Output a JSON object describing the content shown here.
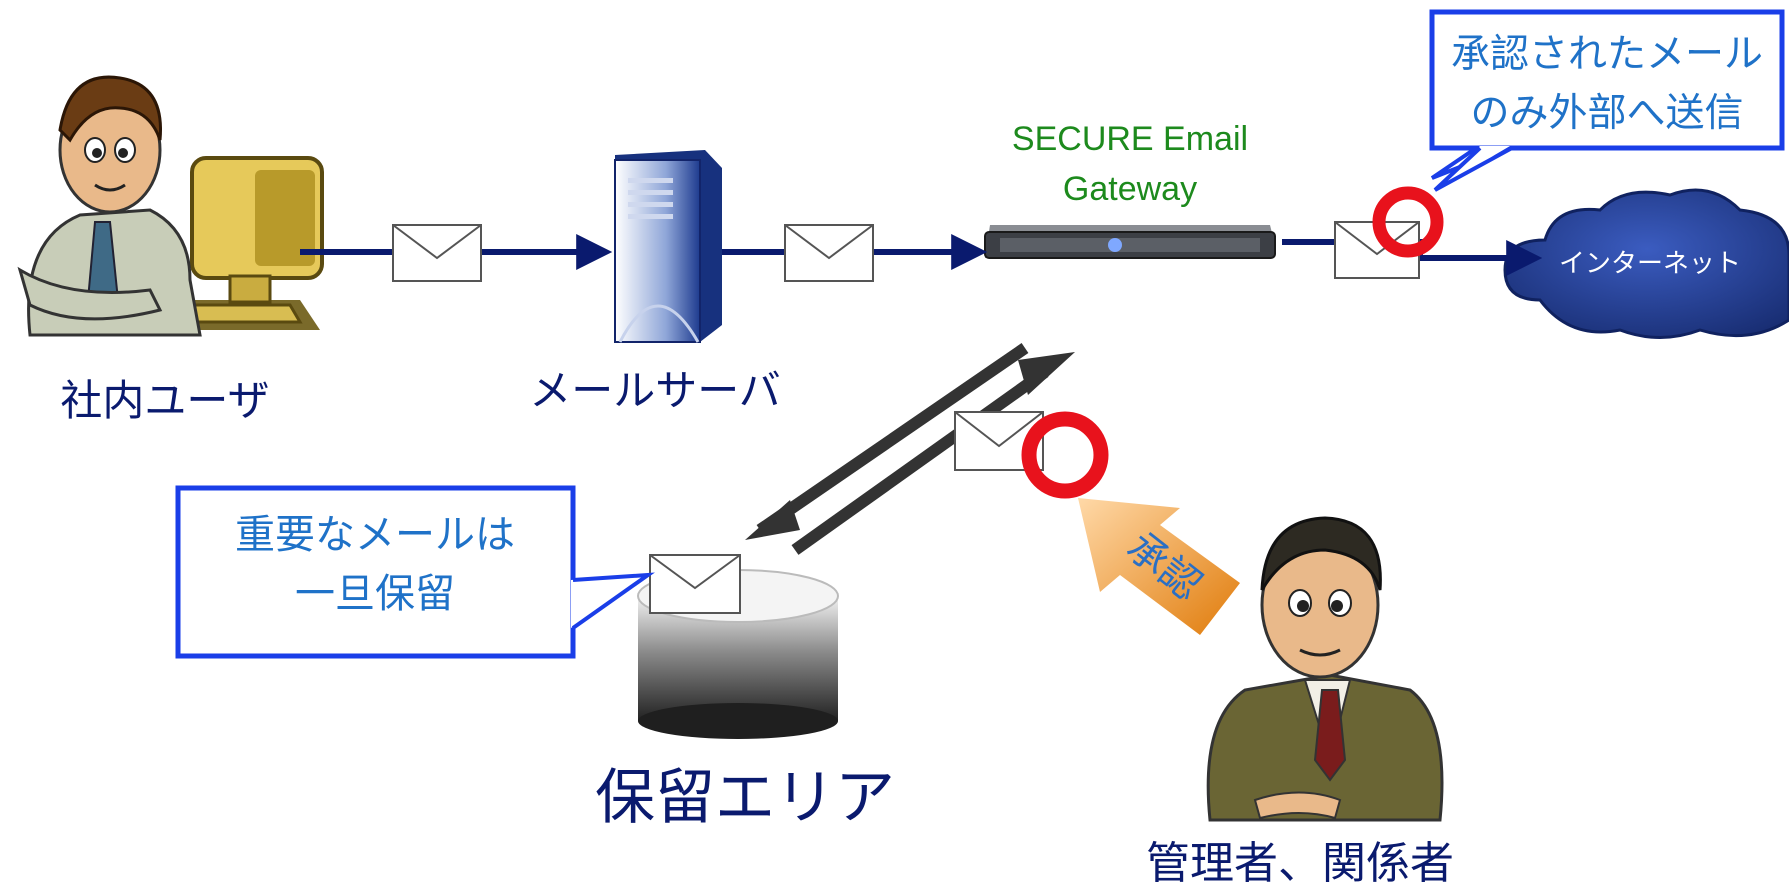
{
  "nodes": {
    "user_label": "社内ユーザ",
    "mail_server_label": "メールサーバ",
    "gateway_label_line1": "SECURE Email",
    "gateway_label_line2": "Gateway",
    "internet_label": "インターネット",
    "hold_area_label": "保留エリア",
    "admin_label": "管理者、関係者"
  },
  "callouts": {
    "approved_line1": "承認されたメール",
    "approved_line2": "のみ外部へ送信",
    "hold_line1": "重要なメールは",
    "hold_line2": "一旦保留"
  },
  "approval_arrow_label": "承認",
  "colors": {
    "navy": "#0a1a6e",
    "callout_border": "#1a3ee8",
    "callout_text": "#1f72c8",
    "gateway_text": "#1d8a1d",
    "approval_circle": "#e8121c",
    "approval_arrow": "#e07b0a",
    "cloud": "#1f3a8a",
    "dark_arrow": "#333333"
  }
}
